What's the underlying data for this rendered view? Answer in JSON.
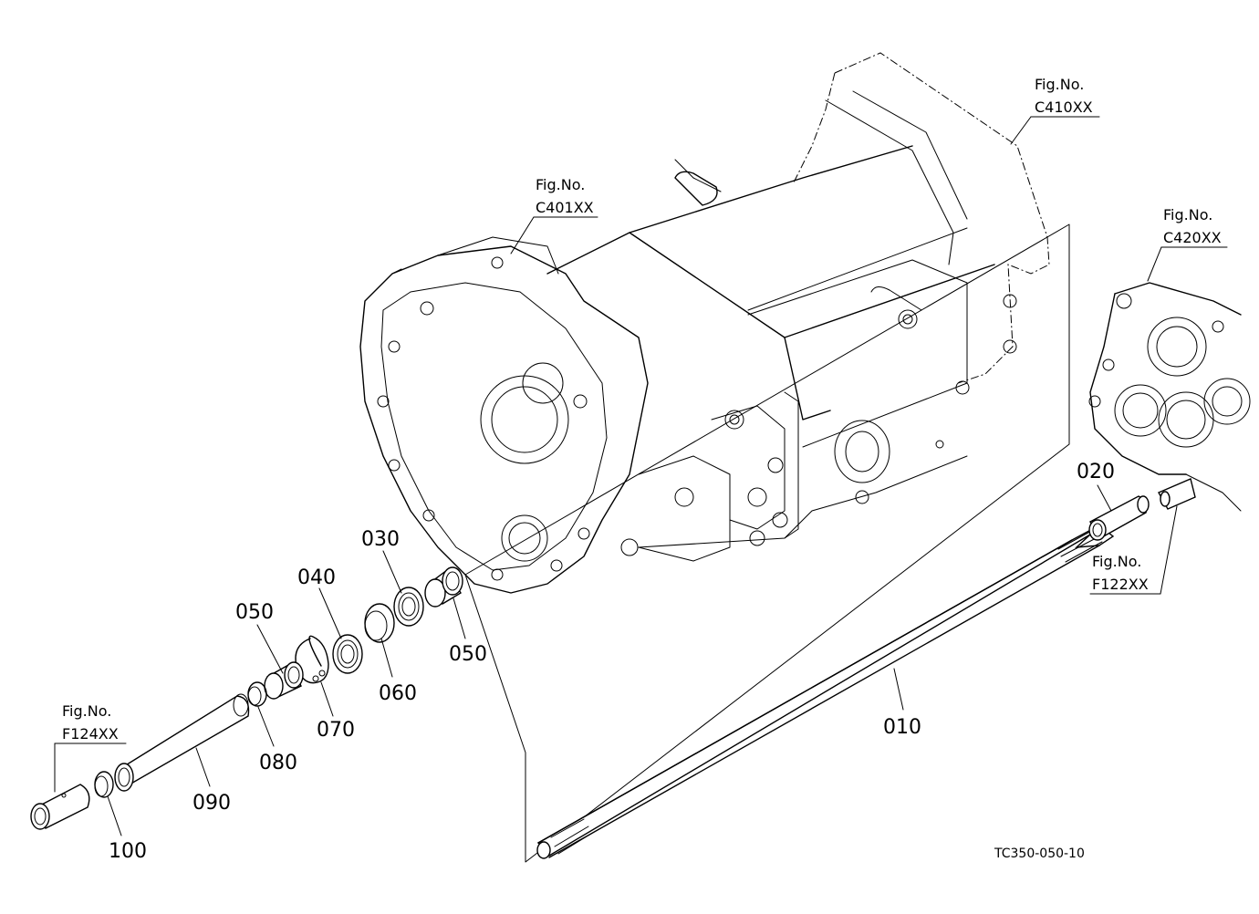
{
  "diagram": {
    "drawing_code": "TC350-050-10",
    "figure_refs": [
      {
        "id": "c410",
        "line1": "Fig.No.",
        "line2": "C410XX"
      },
      {
        "id": "c401",
        "line1": "Fig.No.",
        "line2": "C401XX"
      },
      {
        "id": "c420",
        "line1": "Fig.No.",
        "line2": "C420XX"
      },
      {
        "id": "f122",
        "line1": "Fig.No.",
        "line2": "F122XX"
      },
      {
        "id": "f124",
        "line1": "Fig.No.",
        "line2": "F124XX"
      }
    ],
    "callouts": {
      "p010": "010",
      "p020": "020",
      "p030": "030",
      "p040": "040",
      "p050a": "050",
      "p050b": "050",
      "p060": "060",
      "p070": "070",
      "p080": "080",
      "p090": "090",
      "p100": "100"
    }
  }
}
